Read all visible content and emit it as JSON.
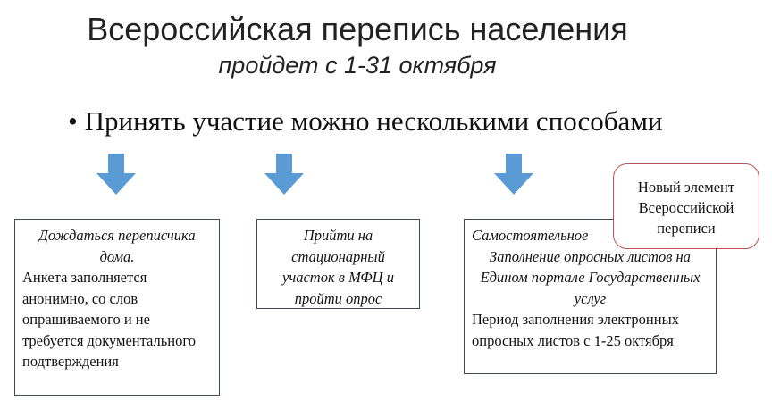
{
  "title": "Всероссийская перепись населения",
  "subtitle": "пройдет с 1-31 октября",
  "bullet": "Принять участие можно несколькими способами",
  "colors": {
    "arrow": "#5b9bd5",
    "callout_border": "#c0504d",
    "box_border": "#3b4a5a"
  },
  "boxes": [
    {
      "italic": [
        "Дождаться переписчика дома."
      ],
      "plain": [
        "Анкета заполняется анонимно, со слов опрашиваемого и не требуется документального подтверждения"
      ]
    },
    {
      "italic": [
        "Прийти на стационарный участок в МФЦ и пройти опрос"
      ]
    },
    {
      "italic": [
        "Самостоятельное",
        "Заполнение опросных листов на Едином портале Государственных услуг"
      ],
      "plain": [
        "Период заполнения электронных опросных листов с 1-25 октября"
      ]
    }
  ],
  "callout": "Новый элемент Всероссийской переписи"
}
